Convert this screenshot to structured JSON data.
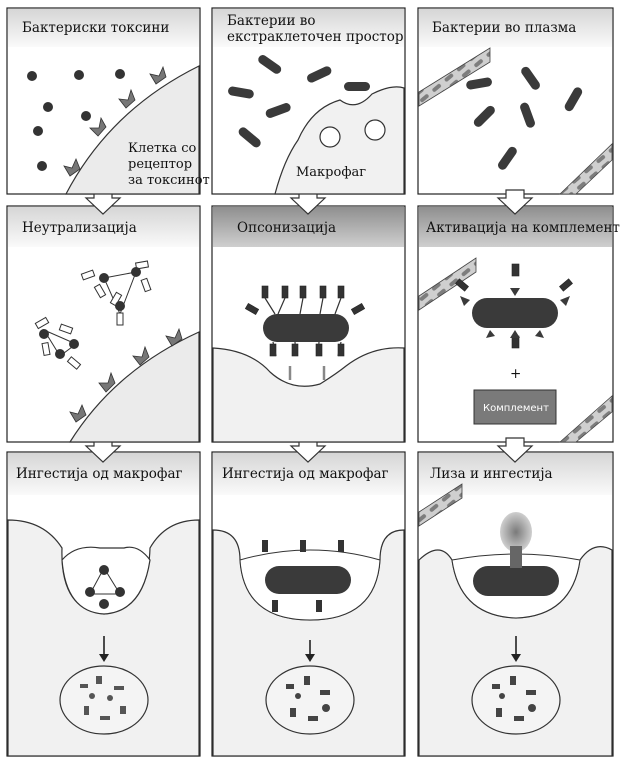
{
  "columns": [
    {
      "header": "Бактериски токсини",
      "cell_label_lines": [
        "Клетка со",
        "рецептор",
        "за токсинот"
      ],
      "middle_title": "Неутрализација",
      "bottom_title": "Ингестија од макрофаг"
    },
    {
      "header_lines": [
        "Бактерии во",
        "екстраклеточен простор"
      ],
      "cell_label": "Макрофаг",
      "middle_title": "Опсонизација",
      "bottom_title": "Ингестија од макрофаг"
    },
    {
      "header": "Бактерии во плазма",
      "middle_title": "Активација на комплемент",
      "complement_label": "Комплемент",
      "plus_sign": "+",
      "bottom_title": "Лиза и ингестија"
    }
  ],
  "colors": {
    "band_light": "#ececec",
    "band_mid": "#bdbdbd",
    "band_dark": "#a6a6a6",
    "bacterium": "#3a3a3a",
    "cell_fill": "#f1f1f1",
    "complement_box": "#7a7a7a",
    "vessel": "#8c8c8c"
  }
}
